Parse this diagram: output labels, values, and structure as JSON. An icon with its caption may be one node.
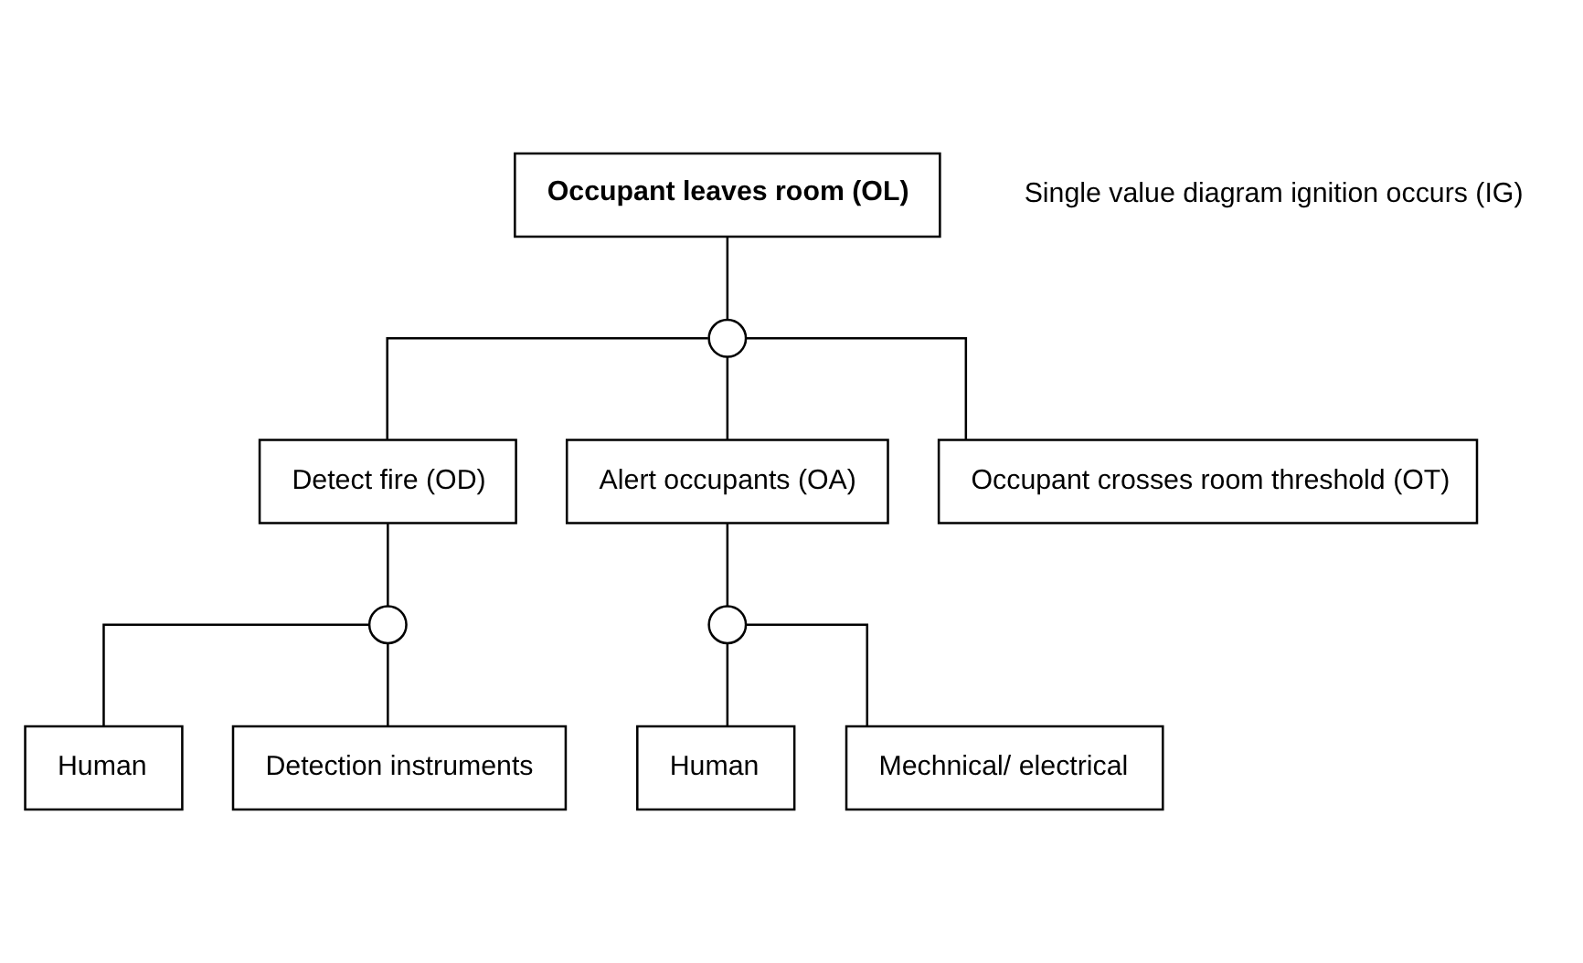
{
  "diagram": {
    "nodes": [
      {
        "text": [
          "Occupant leaves room (OL)"
        ],
        "beside": [
          "Single value diagram ignition occurs (IG)"
        ]
      },
      {
        "text": [],
        "shape": "circle"
      },
      {
        "text": [
          "Detect fire (OD)"
        ]
      },
      {
        "text": [
          "Alert occupants (OA)"
        ]
      },
      {
        "text": [
          "Occupant crosses room threshold (OT)"
        ]
      },
      {
        "text": [],
        "shape": "circle"
      },
      {
        "text": [
          "Human"
        ]
      },
      {
        "text": [
          "Detection instruments"
        ]
      },
      {
        "text": [],
        "shape": "circle"
      },
      {
        "text": [
          "Human"
        ]
      },
      {
        "text": [
          "Mechnical/ electrical"
        ]
      }
    ],
    "edges": [
      {
        "from": 0,
        "to": 1,
        "arrow": "none"
      },
      {
        "from": 1,
        "to": 2,
        "arrow": "none"
      },
      {
        "from": 1,
        "to": 3,
        "arrow": "none"
      },
      {
        "from": 1,
        "to": 4,
        "arrow": "none"
      },
      {
        "from": 2,
        "to": 5,
        "arrow": "none"
      },
      {
        "from": 5,
        "to": 6,
        "arrow": "none"
      },
      {
        "from": 5,
        "to": 7,
        "arrow": "none"
      },
      {
        "from": 3,
        "to": 8,
        "arrow": "none"
      },
      {
        "from": 8,
        "to": 9,
        "arrow": "none"
      },
      {
        "from": 8,
        "to": 10,
        "arrow": "none"
      }
    ]
  }
}
